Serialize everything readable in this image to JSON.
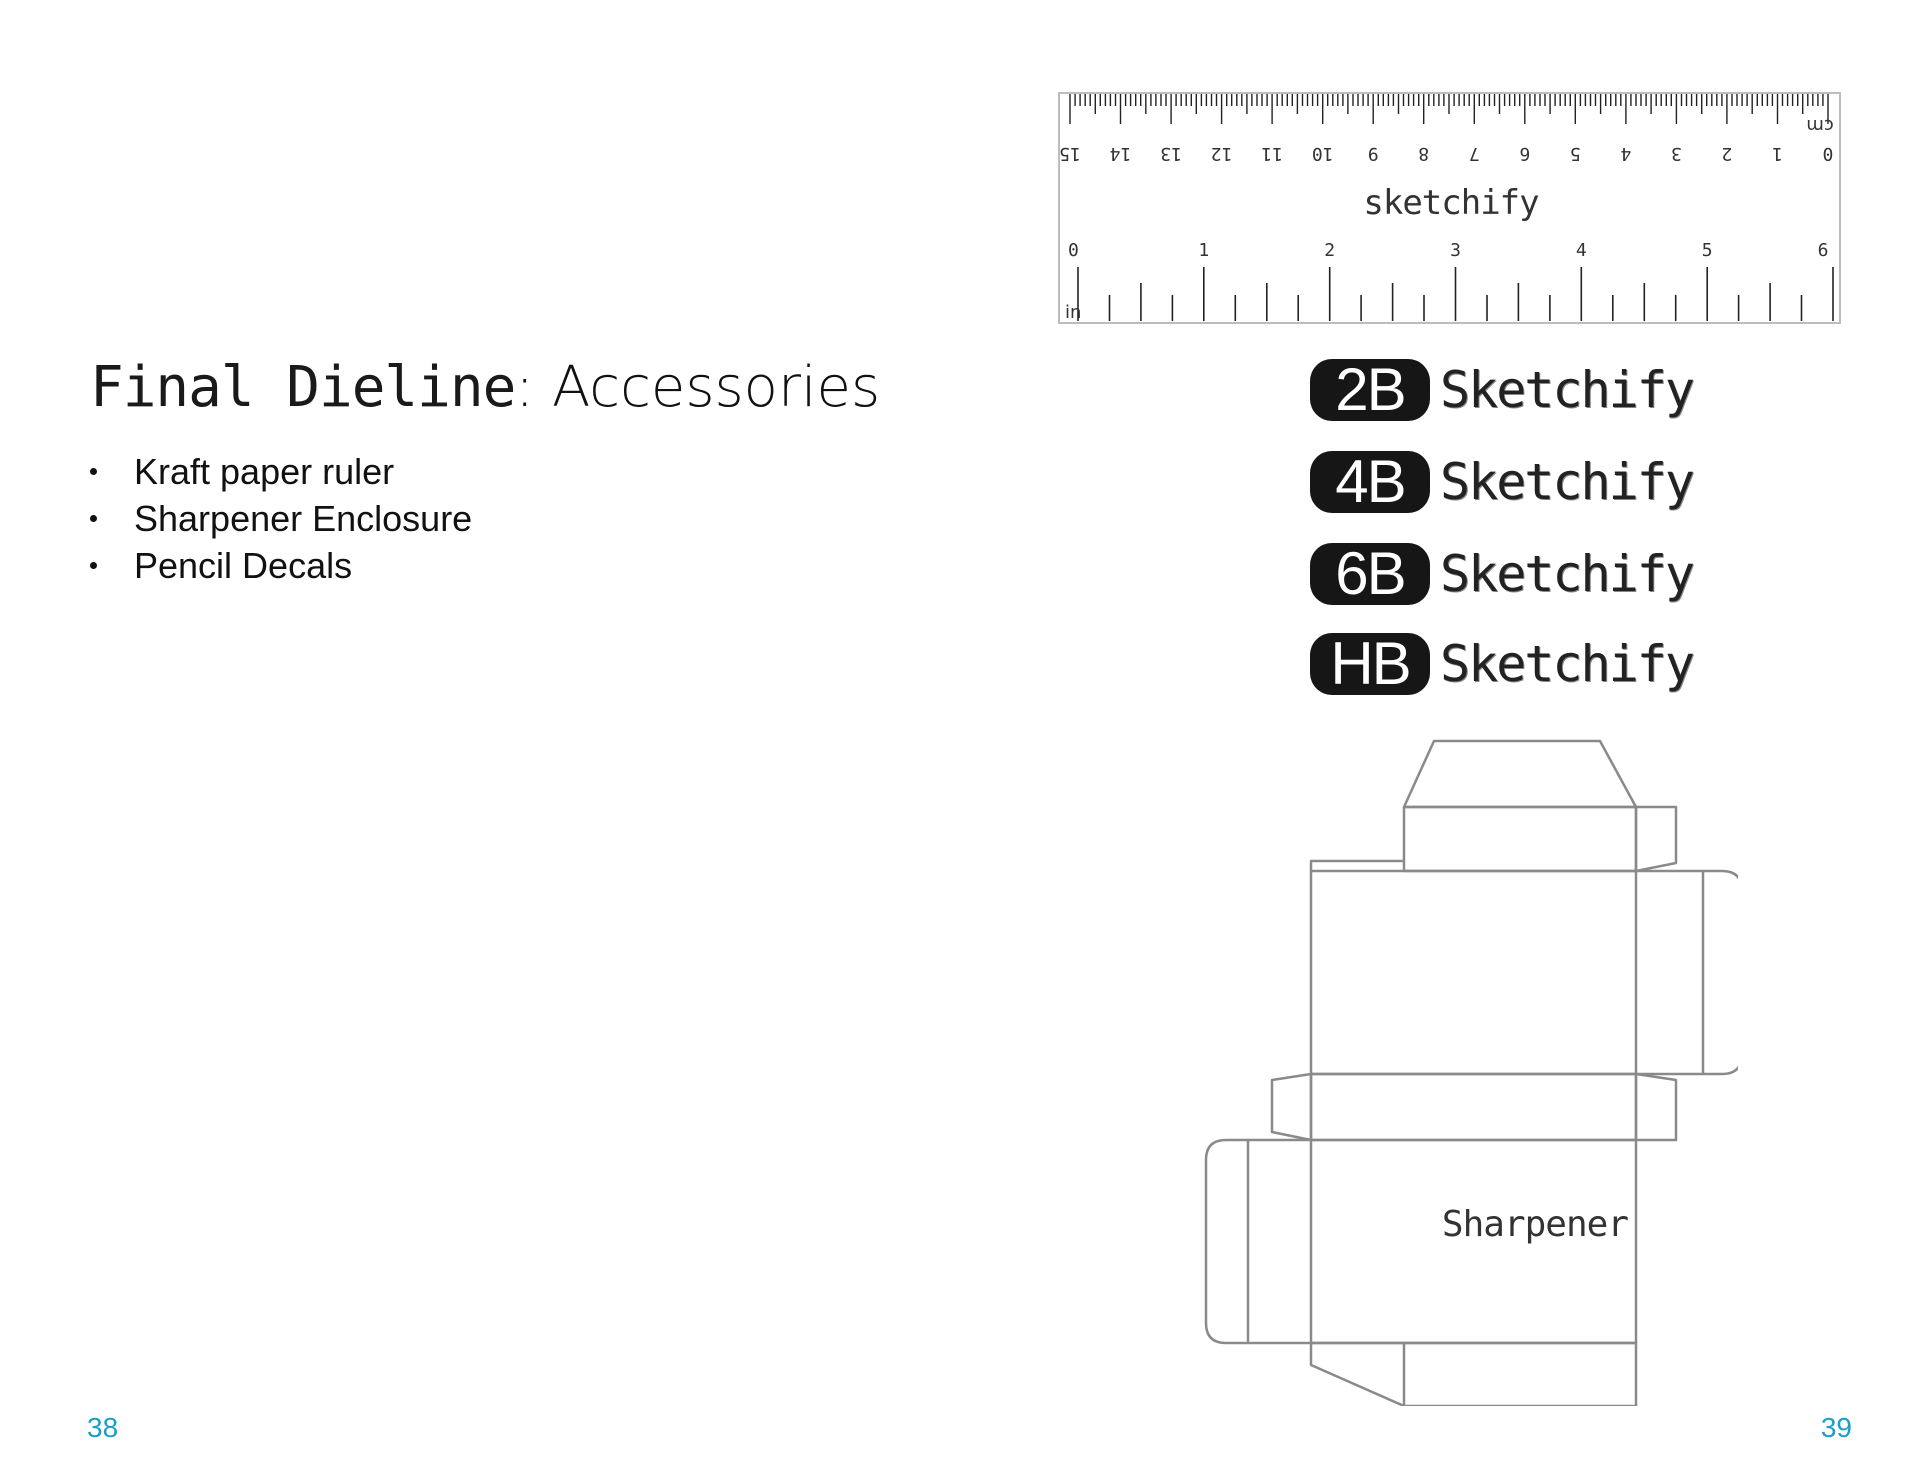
{
  "heading": {
    "hand": "Final Dieline",
    "colon": ":",
    "rest": " Accessories"
  },
  "bullets": [
    "Kraft paper ruler",
    "Sharpener Enclosure",
    "Pencil Decals"
  ],
  "ruler": {
    "cm_unit": "cm",
    "cm_numbers": [
      "0",
      "1",
      "2",
      "3",
      "4",
      "5",
      "6",
      "7",
      "8",
      "9",
      "10",
      "11",
      "12",
      "13",
      "14",
      "15"
    ],
    "brand": "sketchify",
    "in_unit": "in",
    "in_numbers": [
      "0",
      "1",
      "2",
      "3",
      "4",
      "5",
      "6"
    ]
  },
  "decals": [
    {
      "grade": "2B",
      "brand": "Sketchify"
    },
    {
      "grade": "4B",
      "brand": "Sketchify"
    },
    {
      "grade": "6B",
      "brand": "Sketchify"
    },
    {
      "grade": "HB",
      "brand": "Sketchify"
    }
  ],
  "sharpener_label": "Sharpener",
  "page_numbers": {
    "left": "38",
    "right": "39"
  },
  "colors": {
    "page_number": "#1aa0c8",
    "dieline_stroke": "#8a8a8a",
    "badge": "#161616"
  }
}
